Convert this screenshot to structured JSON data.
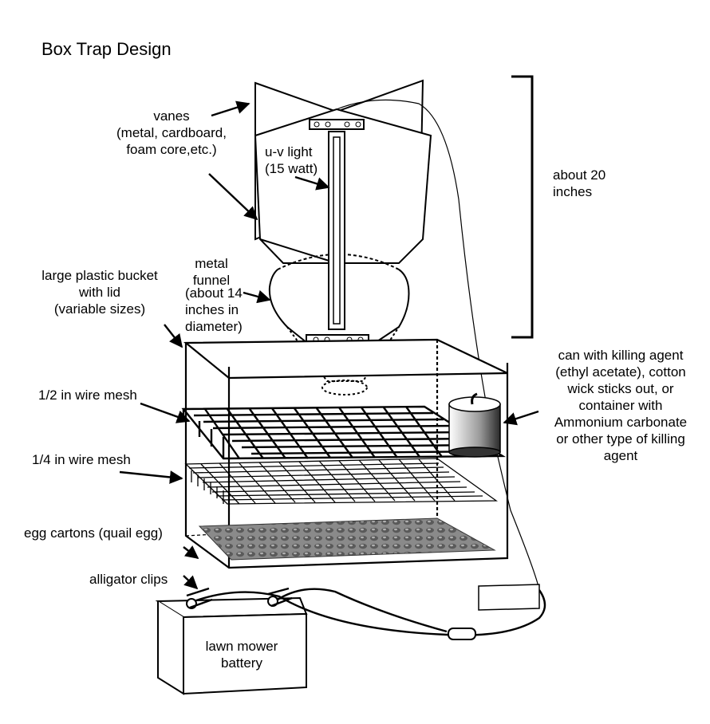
{
  "title": "Box Trap Design",
  "labels": {
    "vanes": "vanes\n(metal, cardboard,\nfoam core,etc.)",
    "uv_light": "u-v light\n(15 watt)",
    "height": "about 20\ninches",
    "funnel": "metal\nfunnel",
    "funnel_size": "(about 14\ninches in\ndiameter)",
    "bucket": "large plastic bucket\nwith lid\n(variable sizes)",
    "half_mesh": "1/2 in wire mesh",
    "quarter_mesh": "1/4 in wire mesh",
    "egg_cartons": "egg cartons (quail egg)",
    "clips": "alligator clips",
    "battery": "lawn mower\nbattery",
    "killing_agent": "can with killing agent\n(ethyl acetate), cotton\nwick sticks out, or\ncontainer with\nAmmonium carbonate\nor other type of killing\nagent"
  }
}
